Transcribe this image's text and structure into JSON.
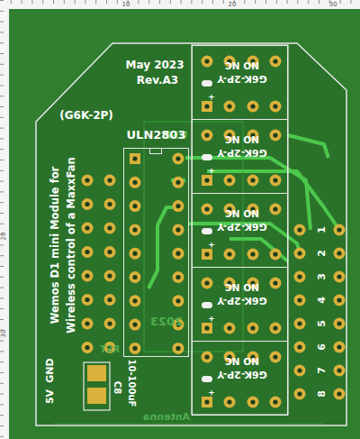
{
  "diagram": {
    "nodes": [
      {
        "text": [
          "ULN2803"
        ]
      },
      {
        "text": [
          "G6K-2P-Y",
          "NO NC",
          "+"
        ]
      },
      {
        "text": [
          "G6K-2P-Y",
          "NO NC",
          "+"
        ]
      },
      {
        "text": [
          "G6K-2P-Y",
          "NO NC",
          "+"
        ]
      },
      {
        "text": [
          "G6K-2P-Y",
          "NO NC",
          "+"
        ]
      },
      {
        "text": [
          "G6K-2P-Y",
          "NO NC",
          "+"
        ]
      }
    ],
    "labels": [
      "May 2023",
      "Rev.A3",
      "(G6K-2P)",
      "Wemos D1 mini Module for",
      "Wireless control of a MaxxFan",
      "5V",
      "GND",
      "10-100uF",
      "C8",
      "1",
      "2",
      "3",
      "4",
      "5",
      "6",
      "7",
      "8",
      "USB",
      "RST",
      "2023",
      "Antenna",
      "10",
      "20",
      "30",
      "20",
      "30"
    ]
  }
}
